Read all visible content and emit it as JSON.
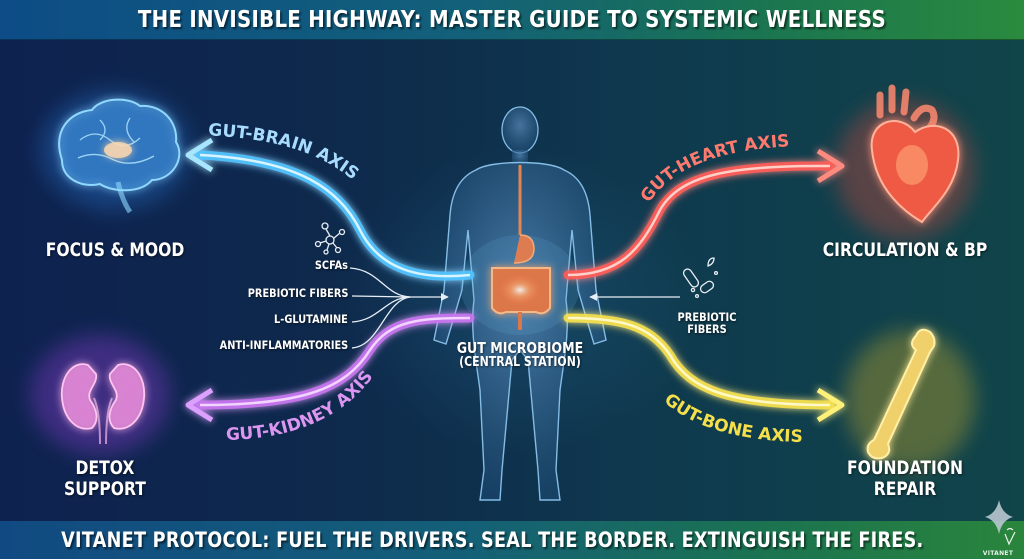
{
  "header": {
    "title": "THE INVISIBLE HIGHWAY: MASTER GUIDE TO SYSTEMIC WELLNESS"
  },
  "footer": {
    "tagline": "VITANET PROTOCOL: FUEL THE DRIVERS. SEAL THE BORDER. EXTINGUISH THE FIRES."
  },
  "logo": {
    "name": "VITANET"
  },
  "center": {
    "title": "GUT MICROBIOME",
    "subtitle": "(CENTRAL STATION)"
  },
  "inputs_left": {
    "icon": "molecule-icon",
    "items": [
      "SCFAs",
      "PREBIOTIC FIBERS",
      "L-GLUTAMINE",
      "ANTI-INFLAMMATORIES"
    ]
  },
  "inputs_right": {
    "icon": "fiber-bacteria-icon",
    "line1": "PREBIOTIC",
    "line2": "FIBERS"
  },
  "axes": [
    {
      "id": "brain",
      "label": "GUT-BRAIN AXIS",
      "color": "#4fc3ff",
      "target": "FOCUS & MOOD",
      "organ": "brain-icon"
    },
    {
      "id": "heart",
      "label": "GUT-HEART AXIS",
      "color": "#ff5a55",
      "target": "CIRCULATION & BP",
      "organ": "heart-icon"
    },
    {
      "id": "kidney",
      "label": "GUT-KIDNEY AXIS",
      "color": "#c874f0",
      "target_line1": "DETOX",
      "target_line2": "SUPPORT",
      "organ": "kidney-icon"
    },
    {
      "id": "bone",
      "label": "GUT-BONE AXIS",
      "color": "#f5e04a",
      "target_line1": "FOUNDATION",
      "target_line2": "REPAIR",
      "organ": "bone-icon"
    }
  ]
}
